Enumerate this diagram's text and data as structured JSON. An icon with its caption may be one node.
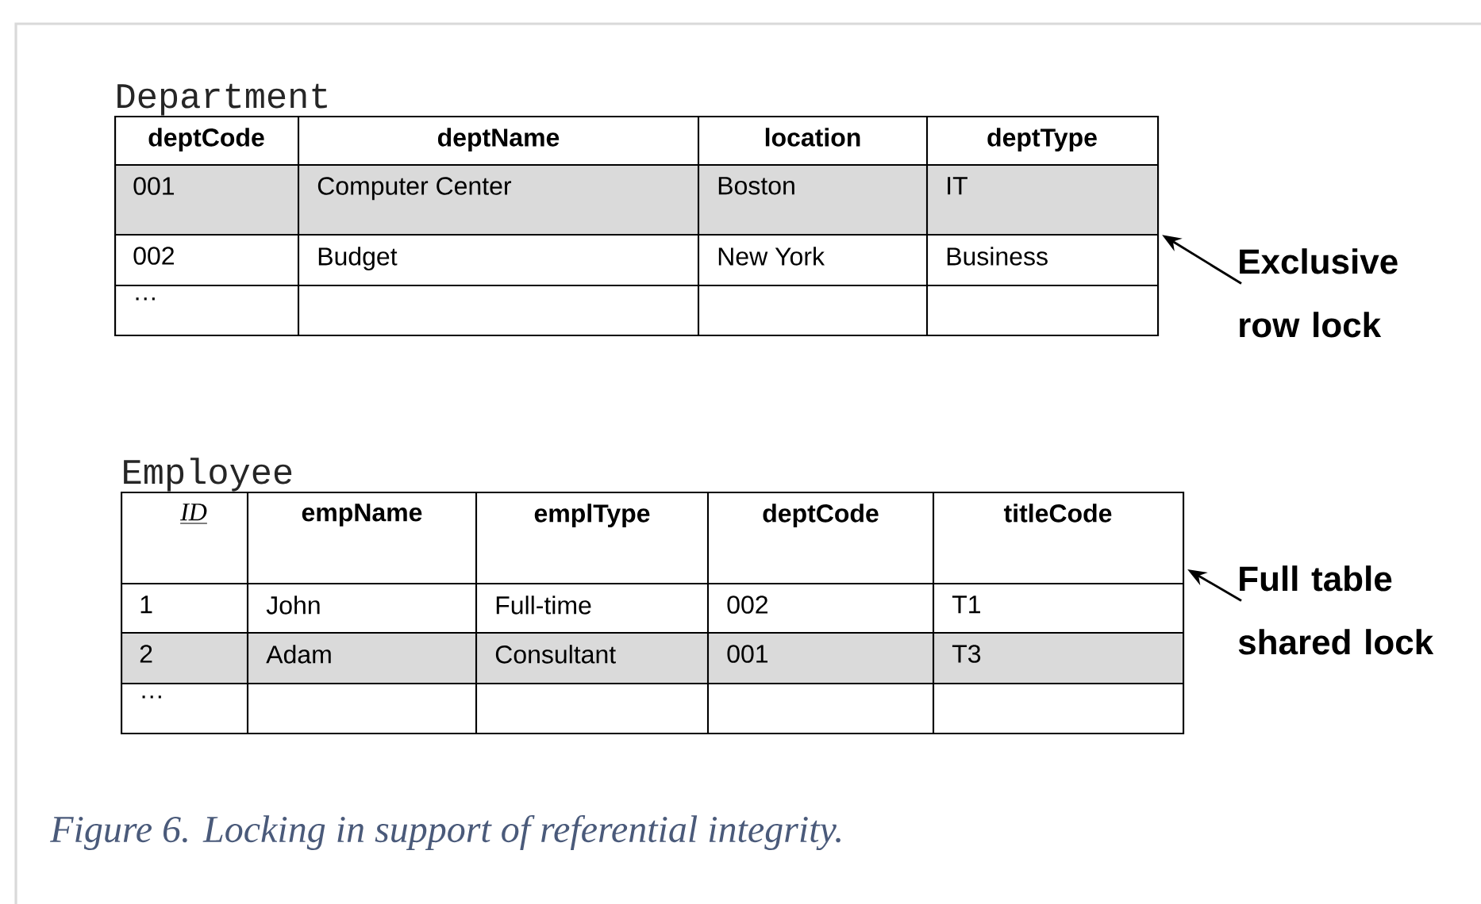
{
  "diagram": {
    "caption": "Figure 6. Locking in support of referential integrity.",
    "nodes": [
      {
        "text": [
          "Department"
        ]
      },
      {
        "text": [
          "Exclusive row lock"
        ]
      },
      {
        "text": [
          "Employee"
        ]
      },
      {
        "text": [
          "Full table shared lock"
        ]
      }
    ],
    "edges": [
      {
        "from": 1,
        "to": 0,
        "arrow": "to"
      },
      {
        "from": 3,
        "to": 2,
        "arrow": "to"
      }
    ],
    "labels": [
      "deptCode",
      "deptName",
      "location",
      "deptType",
      "001",
      "Computer Center",
      "Boston",
      "IT",
      "002",
      "Budget",
      "New York",
      "Business",
      "…",
      "ID",
      "empName",
      "emplType",
      "deptCode",
      "titleCode",
      "1",
      "John",
      "Full-time",
      "002",
      "T1",
      "2",
      "Adam",
      "Consultant",
      "001",
      "T3",
      "…"
    ]
  }
}
